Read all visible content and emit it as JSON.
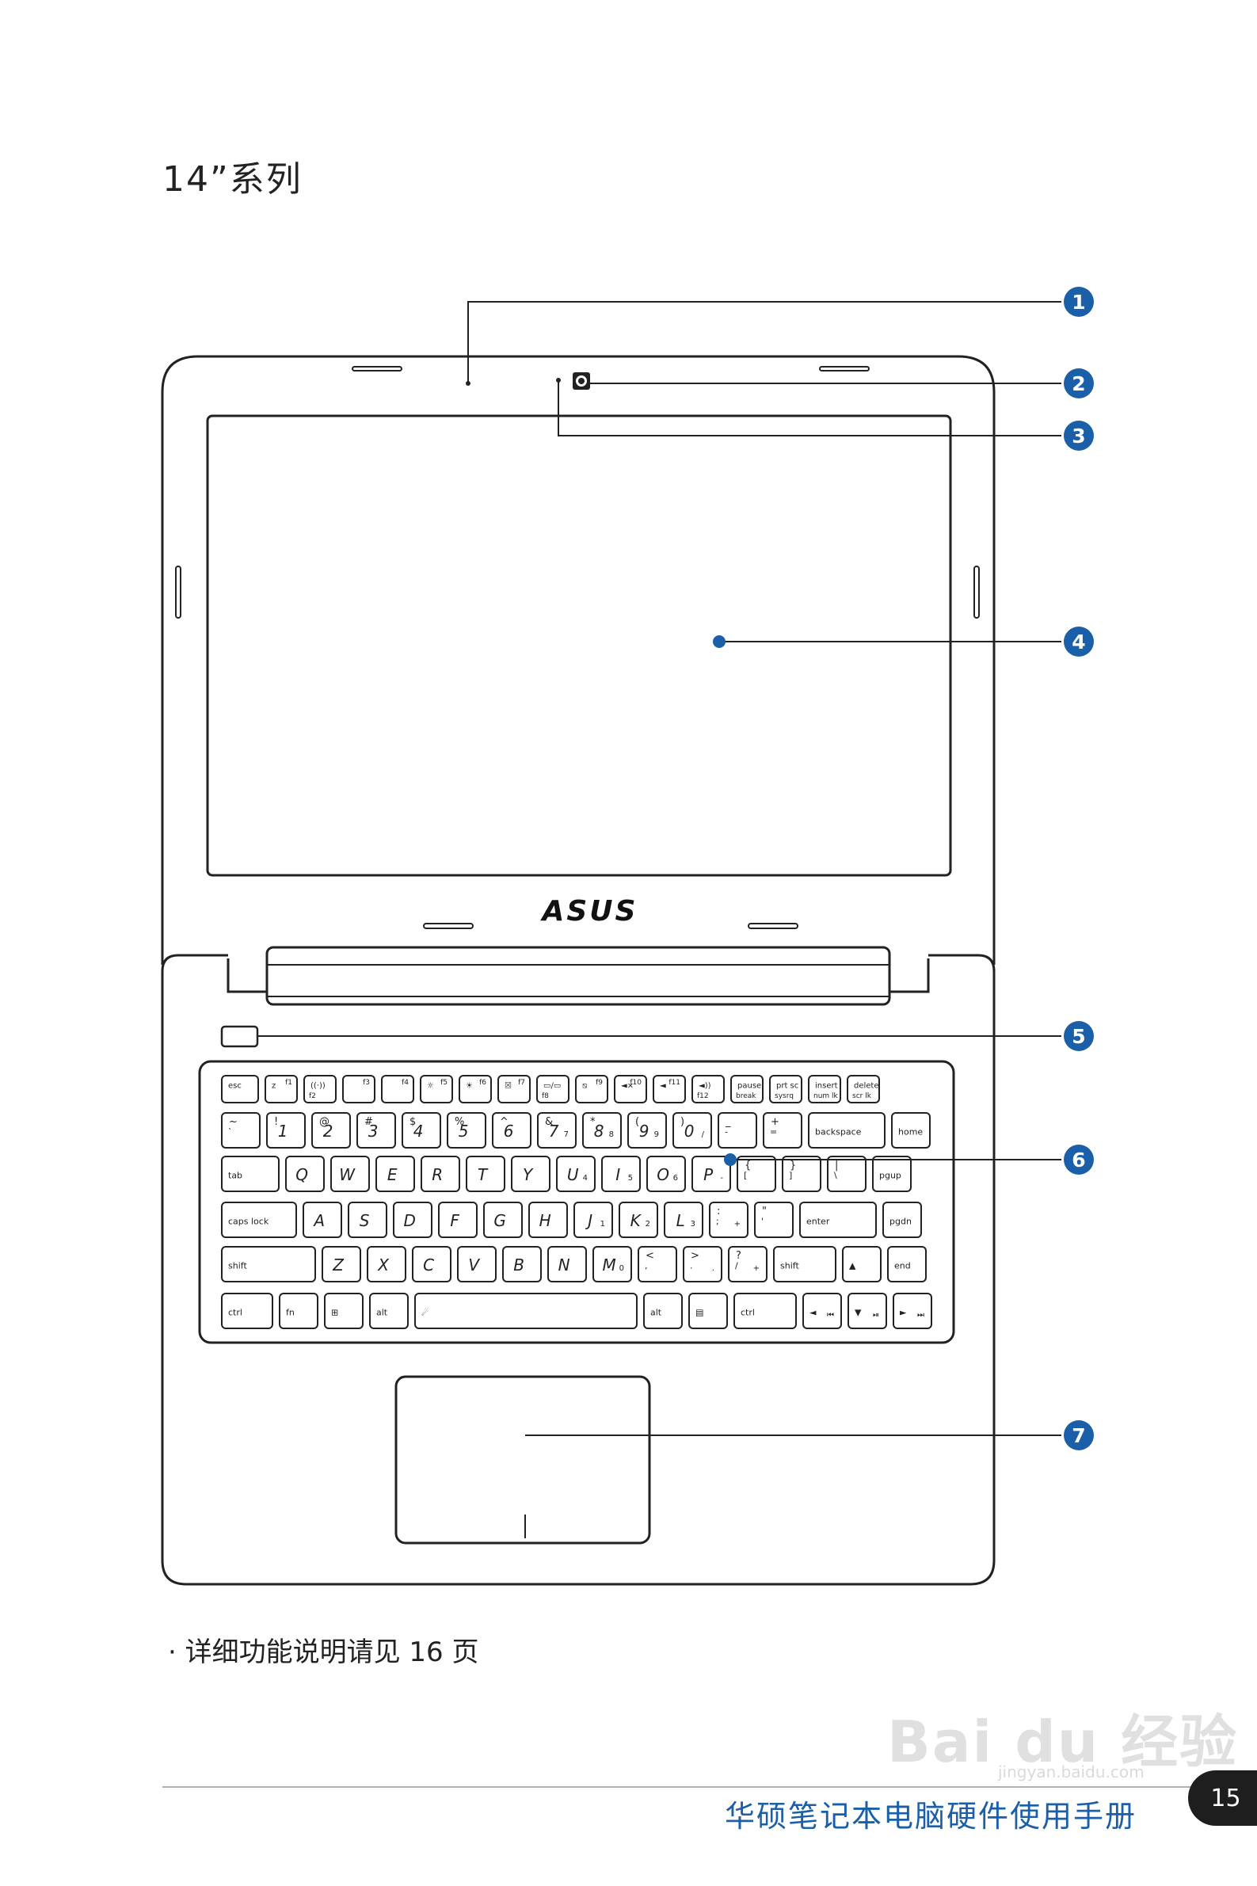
{
  "page": {
    "title": "14”系列",
    "note": "· 详细功能说明请见 16 页",
    "footer_title": "华硕笔记本电脑硬件使用手册",
    "page_number": "15",
    "watermark": "Bai du 经验",
    "watermark_sub": "jingyan.baidu.com"
  },
  "diagram": {
    "brand_logo": "ASUS",
    "accent_color": "#1a5fa8",
    "callouts": [
      "1",
      "2",
      "3",
      "4",
      "5",
      "6",
      "7"
    ],
    "icons": [
      "webcam-icon",
      "microphone-icon",
      "power-button-icon",
      "windows-logo-icon",
      "touchpad-icon"
    ],
    "keyboard": {
      "rows": [
        [
          {
            "main": "esc"
          },
          {
            "main": "z",
            "fn": "f1"
          },
          {
            "main": "((·))",
            "fn": "f2"
          },
          {
            "main": "",
            "fn": "f3"
          },
          {
            "main": "",
            "fn": "f4"
          },
          {
            "main": "☼",
            "fn": "f5"
          },
          {
            "main": "☀",
            "fn": "f6"
          },
          {
            "main": "☒",
            "fn": "f7"
          },
          {
            "main": "▭/▭",
            "fn": "f8"
          },
          {
            "main": "⧅",
            "fn": "f9"
          },
          {
            "main": "◄×",
            "fn": "f10"
          },
          {
            "main": "◄",
            "fn": "f11"
          },
          {
            "main": "◄))",
            "fn": "f12"
          },
          {
            "main": "pause",
            "fn": "break"
          },
          {
            "main": "prt sc",
            "fn": "sysrq"
          },
          {
            "main": "insert",
            "fn": "num lk"
          },
          {
            "main": "delete",
            "fn": "scr lk"
          }
        ],
        [
          {
            "main": "`",
            "shift": "~"
          },
          {
            "main": "1",
            "shift": "!"
          },
          {
            "main": "2",
            "shift": "@"
          },
          {
            "main": "3",
            "shift": "#"
          },
          {
            "main": "4",
            "shift": "$"
          },
          {
            "main": "5",
            "shift": "%"
          },
          {
            "main": "6",
            "shift": "^"
          },
          {
            "main": "7",
            "shift": "&",
            "sub": "7"
          },
          {
            "main": "8",
            "shift": "*",
            "sub": "8"
          },
          {
            "main": "9",
            "shift": "(",
            "sub": "9"
          },
          {
            "main": "0",
            "shift": ")",
            "sub": "/"
          },
          {
            "main": "-",
            "shift": "_"
          },
          {
            "main": "=",
            "shift": "+"
          },
          {
            "main": "backspace"
          },
          {
            "main": "home"
          }
        ],
        [
          {
            "main": "tab"
          },
          {
            "main": "Q"
          },
          {
            "main": "W"
          },
          {
            "main": "E"
          },
          {
            "main": "R"
          },
          {
            "main": "T"
          },
          {
            "main": "Y"
          },
          {
            "main": "U",
            "sub": "4"
          },
          {
            "main": "I",
            "sub": "5"
          },
          {
            "main": "O",
            "sub": "6"
          },
          {
            "main": "P",
            "sub": "-"
          },
          {
            "main": "[",
            "shift": "{"
          },
          {
            "main": "]",
            "shift": "}"
          },
          {
            "main": "\\",
            "shift": "|"
          },
          {
            "main": "pgup"
          }
        ],
        [
          {
            "main": "caps lock"
          },
          {
            "main": "A"
          },
          {
            "main": "S"
          },
          {
            "main": "D"
          },
          {
            "main": "F"
          },
          {
            "main": "G"
          },
          {
            "main": "H"
          },
          {
            "main": "J",
            "sub": "1"
          },
          {
            "main": "K",
            "sub": "2"
          },
          {
            "main": "L",
            "sub": "3"
          },
          {
            "main": ";",
            "shift": ":",
            "sub": "+"
          },
          {
            "main": "'",
            "shift": "\""
          },
          {
            "main": "enter"
          },
          {
            "main": "pgdn"
          }
        ],
        [
          {
            "main": "shift"
          },
          {
            "main": "Z"
          },
          {
            "main": "X"
          },
          {
            "main": "C"
          },
          {
            "main": "V"
          },
          {
            "main": "B"
          },
          {
            "main": "N"
          },
          {
            "main": "M",
            "sub": "0"
          },
          {
            "main": ",",
            "shift": "<"
          },
          {
            "main": ".",
            "shift": ">",
            "sub": "."
          },
          {
            "main": "/",
            "shift": "?",
            "sub": "+"
          },
          {
            "main": "shift"
          },
          {
            "main": "▲"
          },
          {
            "main": "end"
          }
        ],
        [
          {
            "main": "ctrl"
          },
          {
            "main": "fn"
          },
          {
            "main": "⊞"
          },
          {
            "main": "alt"
          },
          {
            "main": "☄"
          },
          {
            "main": "alt"
          },
          {
            "main": "▤"
          },
          {
            "main": "ctrl"
          },
          {
            "main": "◄",
            "sub": "⏮"
          },
          {
            "main": "▼",
            "sub": "⏯"
          },
          {
            "main": "►",
            "sub": "⏭"
          }
        ]
      ]
    }
  }
}
